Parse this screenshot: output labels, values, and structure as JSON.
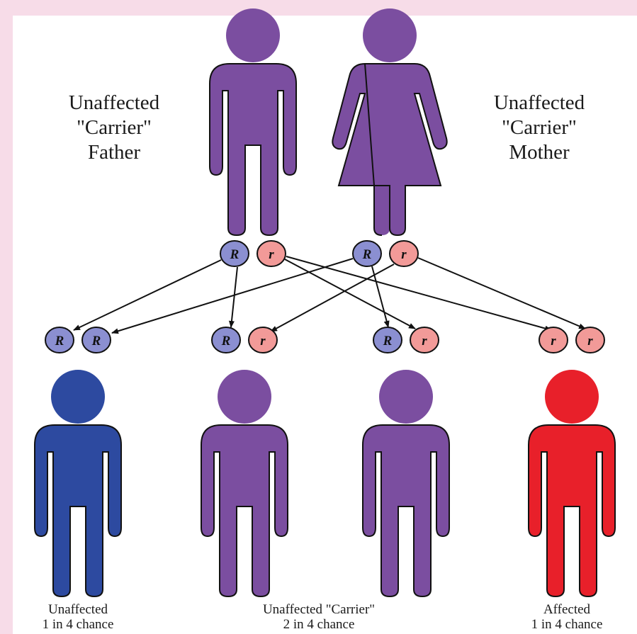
{
  "colors": {
    "background": "#f7dce8",
    "panel": "#ffffff",
    "carrier": "#7b4ea0",
    "unaffected": "#2d4aa0",
    "affected": "#e8202a",
    "dominant_allele": "#8b8fd1",
    "recessive_allele": "#f29a98"
  },
  "parents": {
    "father": {
      "label_lines": [
        "Unaffected",
        "\"Carrier\"",
        "Father"
      ],
      "alleles": [
        "R",
        "r"
      ]
    },
    "mother": {
      "label_lines": [
        "Unaffected",
        "\"Carrier\"",
        "Mother"
      ],
      "alleles": [
        "R",
        "r"
      ]
    }
  },
  "children": [
    {
      "alleles": [
        "R",
        "R"
      ],
      "status": "unaffected"
    },
    {
      "alleles": [
        "R",
        "r"
      ],
      "status": "carrier"
    },
    {
      "alleles": [
        "R",
        "r"
      ],
      "status": "carrier"
    },
    {
      "alleles": [
        "r",
        "r"
      ],
      "status": "affected"
    }
  ],
  "outcomes": [
    {
      "line1": "Unaffected",
      "line2": "1 in 4 chance"
    },
    {
      "line1": "Unaffected \"Carrier\"",
      "line2": "2 in 4 chance"
    },
    {
      "line1": "Affected",
      "line2": "1 in 4 chance"
    }
  ]
}
